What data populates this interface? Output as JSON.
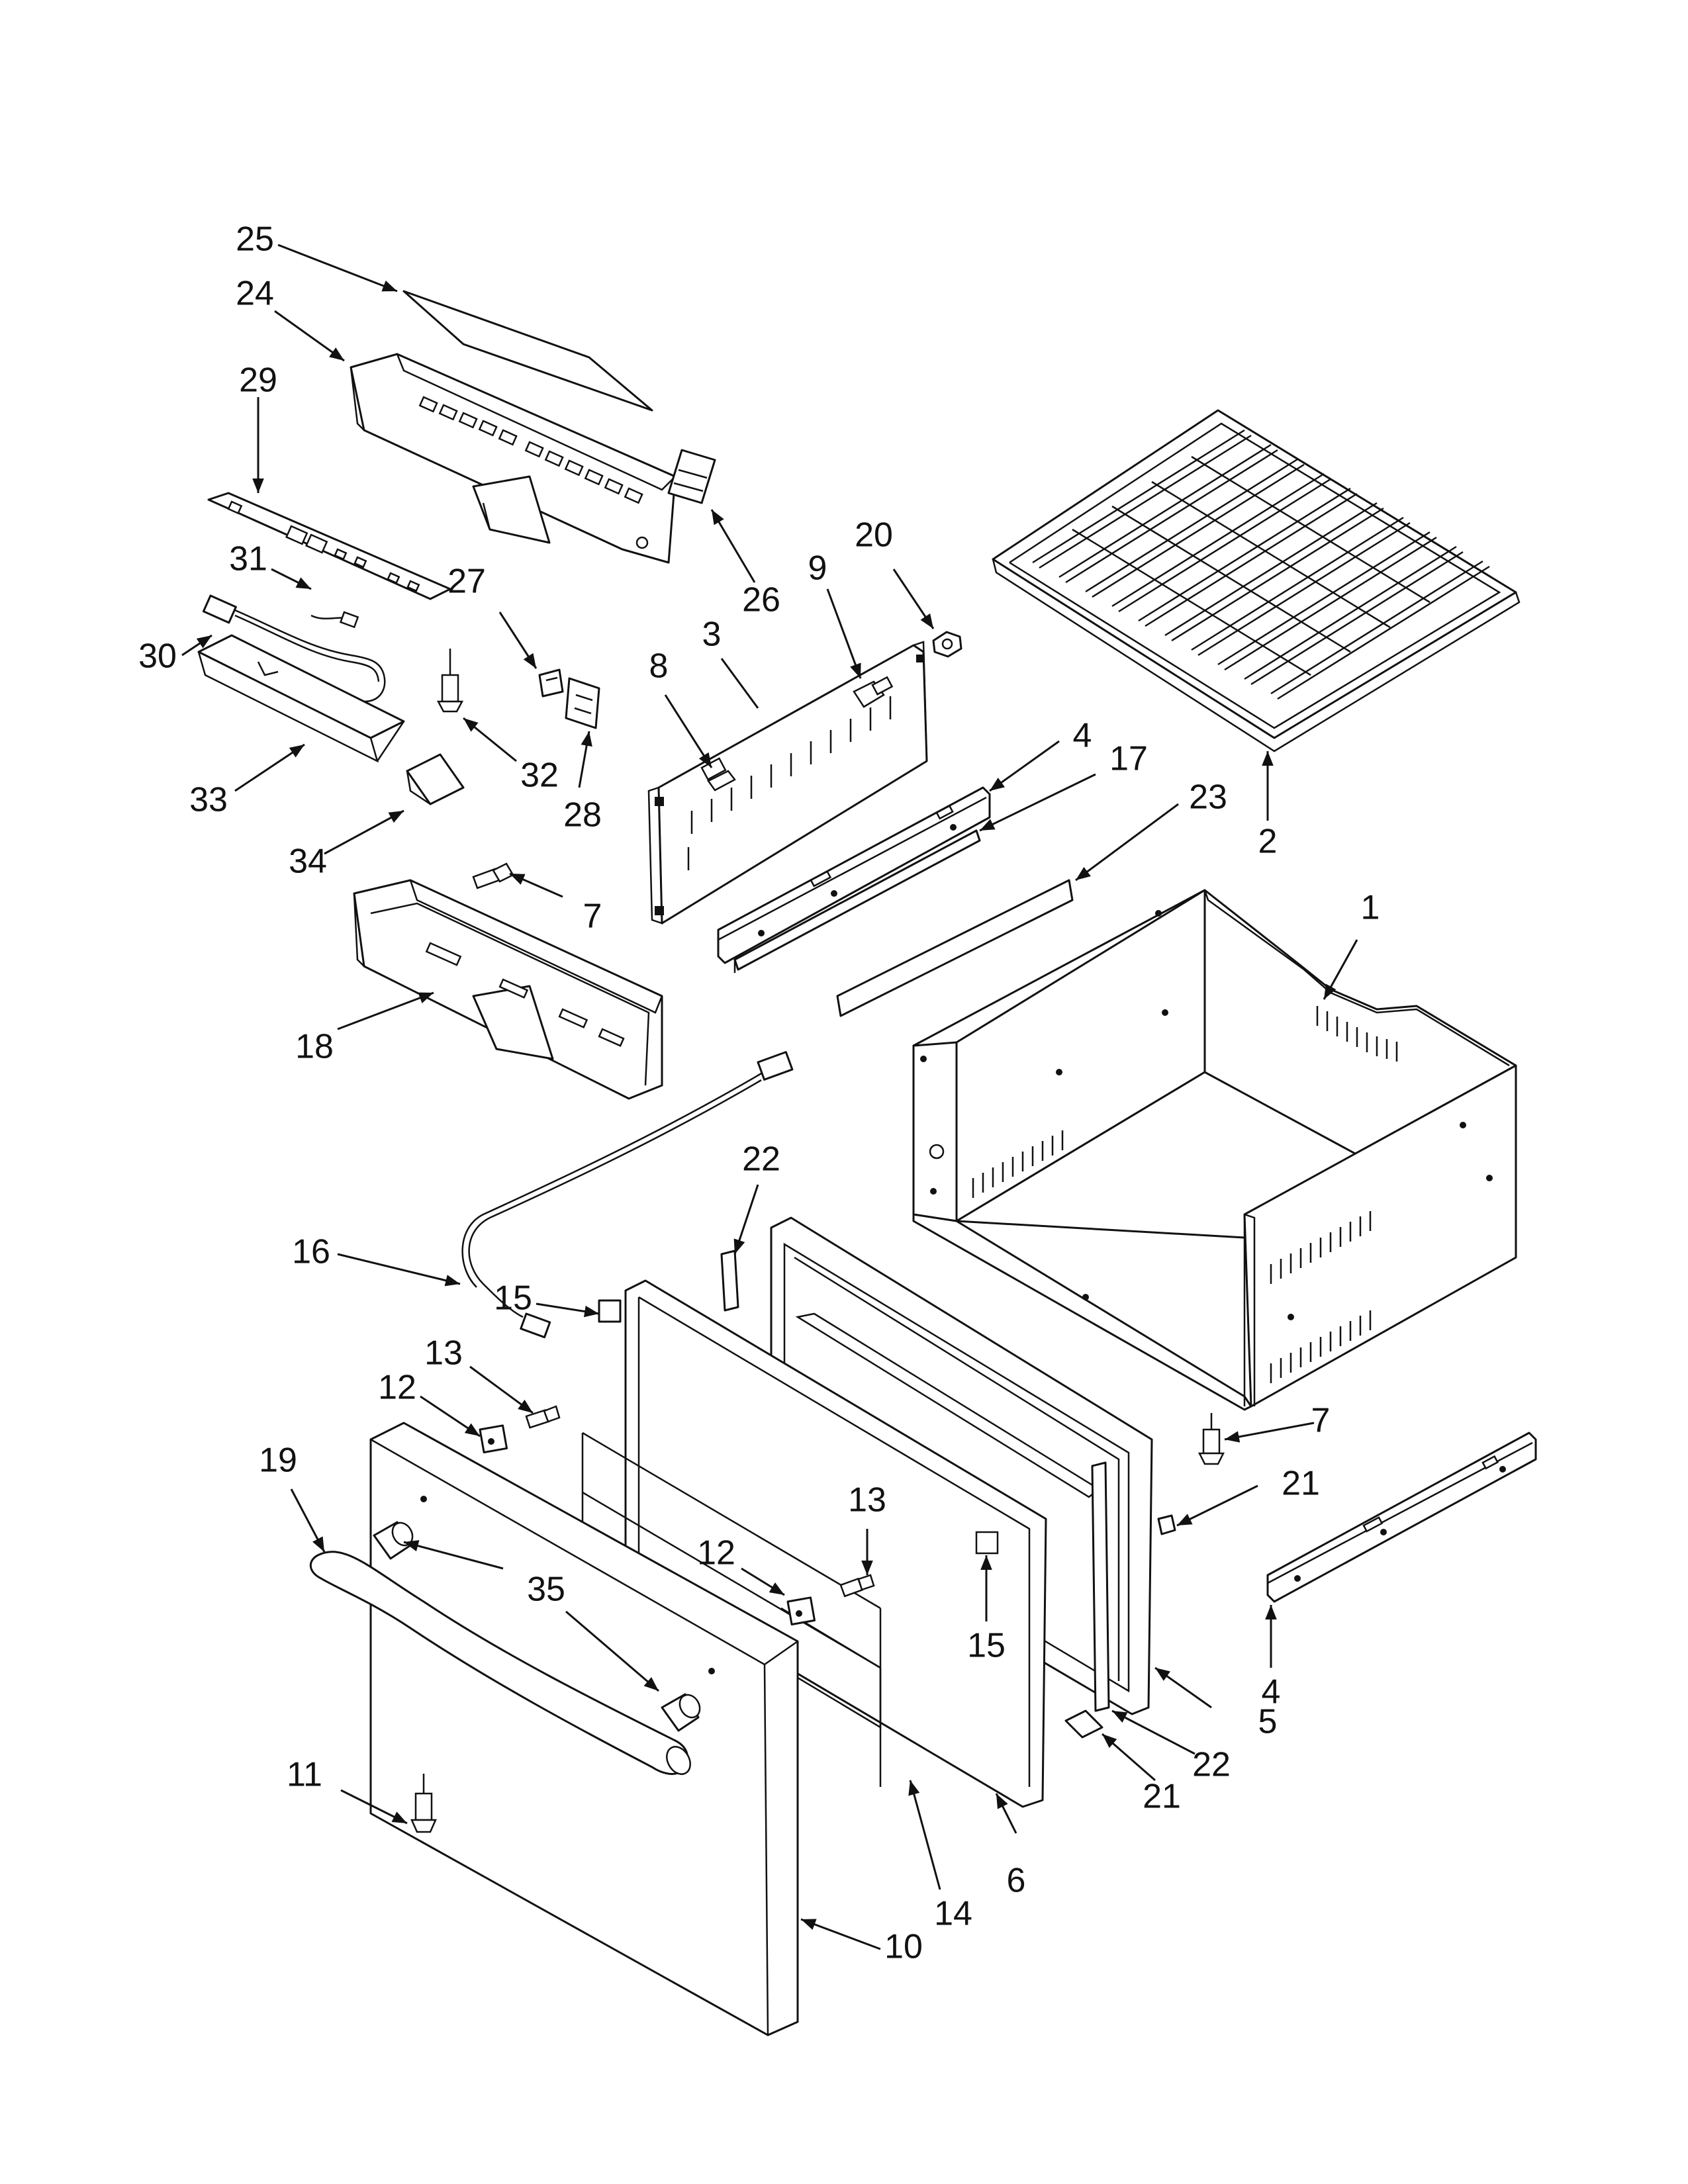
{
  "diagram": {
    "callouts": [
      {
        "id": "c25a",
        "label": "25"
      },
      {
        "id": "c24",
        "label": "24"
      },
      {
        "id": "c29",
        "label": "29"
      },
      {
        "id": "c31",
        "label": "31"
      },
      {
        "id": "c30",
        "label": "30"
      },
      {
        "id": "c33",
        "label": "33"
      },
      {
        "id": "c34",
        "label": "34"
      },
      {
        "id": "c27",
        "label": "27"
      },
      {
        "id": "c32",
        "label": "32"
      },
      {
        "id": "c28",
        "label": "28"
      },
      {
        "id": "c26",
        "label": "26"
      },
      {
        "id": "c9",
        "label": "9"
      },
      {
        "id": "c20",
        "label": "20"
      },
      {
        "id": "c3",
        "label": "3"
      },
      {
        "id": "c8",
        "label": "8"
      },
      {
        "id": "c4a",
        "label": "4"
      },
      {
        "id": "c17",
        "label": "17"
      },
      {
        "id": "c23",
        "label": "23"
      },
      {
        "id": "c2",
        "label": "2"
      },
      {
        "id": "c7a",
        "label": "7"
      },
      {
        "id": "c18",
        "label": "18"
      },
      {
        "id": "c1",
        "label": "1"
      },
      {
        "id": "c22a",
        "label": "22"
      },
      {
        "id": "c16",
        "label": "16"
      },
      {
        "id": "c15a",
        "label": "15"
      },
      {
        "id": "c13a",
        "label": "13"
      },
      {
        "id": "c12a",
        "label": "12"
      },
      {
        "id": "c19",
        "label": "19"
      },
      {
        "id": "c35",
        "label": "35"
      },
      {
        "id": "c13b",
        "label": "13"
      },
      {
        "id": "c12b",
        "label": "12"
      },
      {
        "id": "c15b",
        "label": "15"
      },
      {
        "id": "c7b",
        "label": "7"
      },
      {
        "id": "c21a",
        "label": "21"
      },
      {
        "id": "c4b",
        "label": "4"
      },
      {
        "id": "c5",
        "label": "5"
      },
      {
        "id": "c22b",
        "label": "22"
      },
      {
        "id": "c21b",
        "label": "21"
      },
      {
        "id": "c11",
        "label": "11"
      },
      {
        "id": "c14",
        "label": "14"
      },
      {
        "id": "c6",
        "label": "6"
      },
      {
        "id": "c10",
        "label": "10"
      }
    ]
  }
}
